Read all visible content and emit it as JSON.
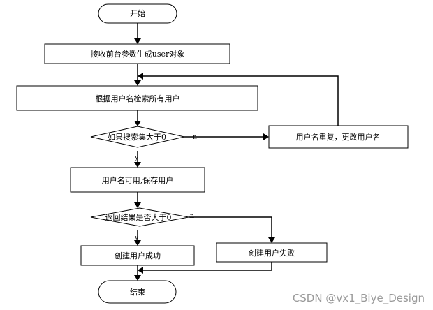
{
  "flowchart": {
    "nodes": {
      "start": "开始",
      "receive": "接收前台参数生成user对象",
      "search": "根据用户名检索所有用户",
      "check_count": "如果搜索集大于0",
      "duplicate": "用户名重复，更改用户名",
      "save": "用户名可用,保存用户",
      "check_result": "返回结果是否大于0",
      "success": "创建用户成功",
      "failure": "创建用户失败",
      "end": "结束"
    },
    "branches": {
      "no_1": "n",
      "yes_1": "y",
      "no_2": "n",
      "yes_2": "y"
    }
  },
  "watermark": "CSDN @vx1_Biye_Design"
}
